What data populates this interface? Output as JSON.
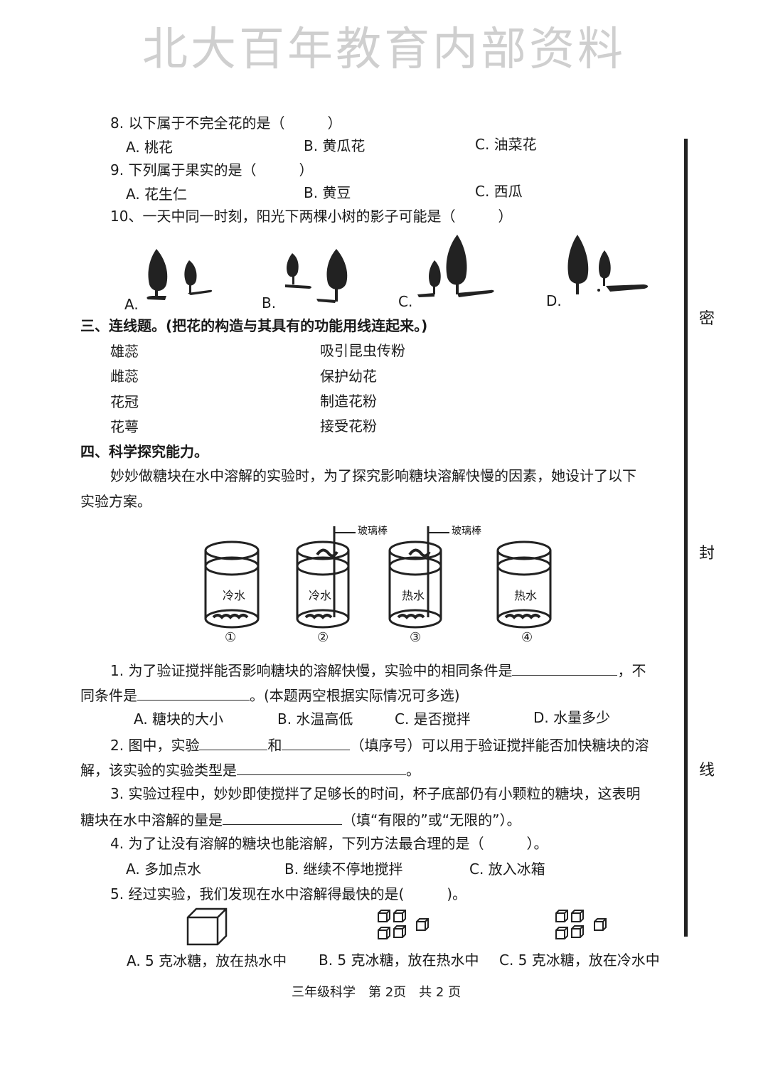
{
  "watermark": "北大百年教育内部资料",
  "q8": {
    "stem": "8. 以下属于不完全花的是（　　　）",
    "opts": [
      "A. 桃花",
      "B. 黄瓜花",
      "C. 油菜花"
    ]
  },
  "q9": {
    "stem": "9. 下列属于果实的是（　　　）",
    "opts": [
      "A. 花生仁",
      "B. 黄豆",
      "C. 西瓜"
    ]
  },
  "q10": {
    "stem": "10、一天中同一时刻，阳光下两棵小树的影子可能是（　　　）",
    "opts": [
      "A.",
      "B.",
      "C.",
      "D."
    ]
  },
  "sec3": {
    "title": "三、连线题。(把花的构造与其具有的功能用线连起来。)",
    "left": [
      "雄蕊",
      "雌蕊",
      "花冠",
      "花萼"
    ],
    "right": [
      "吸引昆虫传粉",
      "保护幼花",
      "制造花粉",
      "接受花粉"
    ]
  },
  "sec4": {
    "title": "四、科学探究能力。",
    "intro1": "妙妙做糖块在水中溶解的实验时，为了探究影响糖块溶解快慢的因素，她设计了以下",
    "intro2": "实验方案。",
    "cups": [
      "冷水",
      "冷水",
      "热水",
      "热水"
    ],
    "cup_nums": [
      "①",
      "②",
      "③",
      "④"
    ],
    "rod_label": "玻璃棒",
    "q1a": "1. 为了验证搅拌能否影响糖块的溶解快慢，实验中的相同条件是",
    "q1b": "，不",
    "q1c": "同条件是",
    "q1d": "。(本题两空根据实际情况可多选)",
    "q1opts": [
      "A. 糖块的大小",
      "B. 水温高低",
      "C. 是否搅拌",
      "D. 水量多少"
    ],
    "q2a": "2. 图中，实验",
    "q2b": "和",
    "q2c": "（填序号）可以用于验证搅拌能否加快糖块的溶",
    "q2d": "解，该实验的实验类型是",
    "q2e": "。",
    "q3a": "3. 实验过程中，妙妙即使搅拌了足够长的时间，杯子底部仍有小颗粒的糖块，这表明",
    "q3b": "糖块在水中溶解的量是",
    "q3c": "（填“有限的”或“无限的”）。",
    "q4": "4. 为了让没有溶解的糖块也能溶解，下列方法最合理的是（　　　）。",
    "q4opts": [
      "A. 多加点水",
      "B. 继续不停地搅拌",
      "C. 放入冰箱"
    ],
    "q5": "5. 经过实验，我们发现在水中溶解得最快的是(　　　)。",
    "q5opts": [
      "A. 5 克冰糖，放在热水中",
      "B. 5 克冰糖，放在热水中",
      "C. 5 克冰糖，放在冷水中"
    ]
  },
  "margin": [
    "密",
    "封",
    "线"
  ],
  "footer": "三年级科学　第 2页　共 2 页"
}
